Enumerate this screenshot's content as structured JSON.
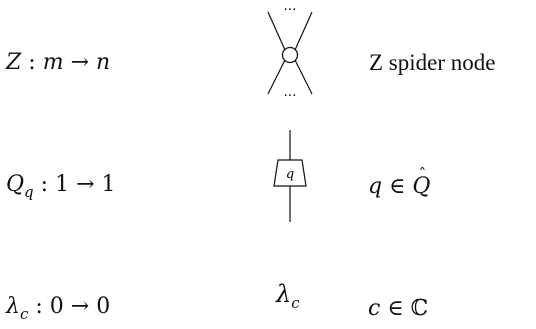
{
  "rows": [
    {
      "id": "z-spider",
      "signature": {
        "symbol": "Z",
        "colon": ":",
        "domain": "m",
        "arrow": "→",
        "codomain": "n"
      },
      "diagram": {
        "top_dots": "…",
        "bottom_dots": "…",
        "shape": "spider-node-circle"
      },
      "description": {
        "text": "Z spider node"
      }
    },
    {
      "id": "q-box",
      "signature": {
        "symbol": "Q",
        "subscript": "q",
        "colon": ":",
        "domain": "1",
        "arrow": "→",
        "codomain": "1"
      },
      "diagram": {
        "box_label": "q",
        "shape": "trapezoid-box"
      },
      "description": {
        "var": "q",
        "in": "∈",
        "set": "Q",
        "hat": "ˆ"
      }
    },
    {
      "id": "lambda-scalar",
      "signature": {
        "symbol": "λ",
        "subscript": "c",
        "colon": ":",
        "domain": "0",
        "arrow": "→",
        "codomain": "0"
      },
      "diagram": {
        "symbol": "λ",
        "subscript": "c"
      },
      "description": {
        "var": "c",
        "in": "∈",
        "set": "ℂ"
      }
    }
  ]
}
